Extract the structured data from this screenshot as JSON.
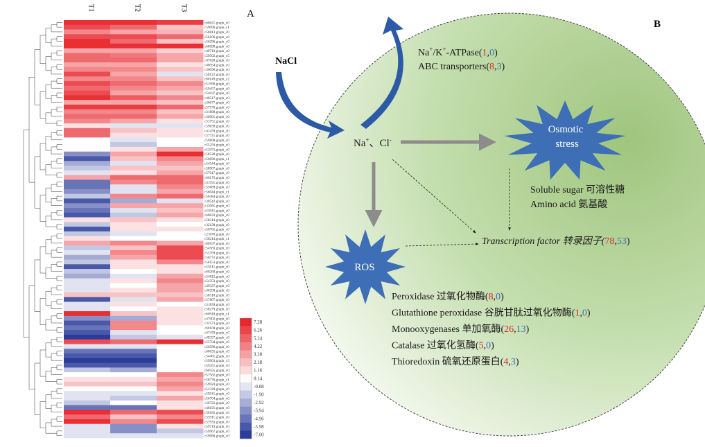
{
  "panel_a": {
    "label": "A",
    "columns": [
      "T1",
      "T2",
      "T3"
    ],
    "rows": [
      {
        "id": "c60621.graph_c0",
        "v": [
          7.0,
          7.0,
          6.5
        ]
      },
      {
        "id": "c59096.graph_c1",
        "v": [
          6.0,
          5.0,
          2.0
        ]
      },
      {
        "id": "c58813.graph_c0",
        "v": [
          4.0,
          3.0,
          2.5
        ]
      },
      {
        "id": "c56106.graph_c0",
        "v": [
          6.0,
          6.0,
          5.0
        ]
      },
      {
        "id": "c56296.graph_c0",
        "v": [
          7.0,
          5.0,
          2.0
        ]
      },
      {
        "id": "c60099.graph_c0",
        "v": [
          7.0,
          7.0,
          7.0
        ]
      },
      {
        "id": "c49710.graph_c0",
        "v": [
          3.0,
          3.0,
          1.5
        ]
      },
      {
        "id": "c59502.graph_c5",
        "v": [
          5.0,
          4.5,
          3.0
        ]
      },
      {
        "id": "c47628.graph_c0",
        "v": [
          5.0,
          5.0,
          3.0
        ]
      },
      {
        "id": "c46954.graph_c0",
        "v": [
          3.0,
          3.0,
          1.0
        ]
      },
      {
        "id": "c36090.graph_c0",
        "v": [
          4.0,
          4.0,
          2.0
        ]
      },
      {
        "id": "c50122.graph_c0",
        "v": [
          6.0,
          3.0,
          -1.0
        ]
      },
      {
        "id": "c60149.graph_c2",
        "v": [
          4.0,
          4.0,
          2.0
        ]
      },
      {
        "id": "c51990.graph_c0",
        "v": [
          6.0,
          5.0,
          4.0
        ]
      },
      {
        "id": "c59457.graph_c0",
        "v": [
          5.0,
          4.0,
          3.0
        ]
      },
      {
        "id": "c54037.graph_c0",
        "v": [
          6.0,
          3.0,
          2.0
        ]
      },
      {
        "id": "c40517.graph_c0",
        "v": [
          7.0,
          5.5,
          4.0
        ]
      },
      {
        "id": "c30677.graph_c0",
        "v": [
          3.0,
          3.0,
          2.0
        ]
      },
      {
        "id": "c57570.graph_c0",
        "v": [
          6.5,
          6.5,
          5.0
        ]
      },
      {
        "id": "c31898.graph_c0",
        "v": [
          4.0,
          4.0,
          2.0
        ]
      },
      {
        "id": "c36601.graph_c0",
        "v": [
          5.0,
          5.0,
          3.0
        ]
      },
      {
        "id": "c51751.graph_c0",
        "v": [
          4.0,
          3.0,
          1.0
        ]
      },
      {
        "id": "c59639.graph_c0",
        "v": [
          1.0,
          -1.0,
          -1.0
        ]
      },
      {
        "id": "c41478.graph_c0",
        "v": [
          5.0,
          2.0,
          1.0
        ]
      },
      {
        "id": "c57721.graph_c0",
        "v": [
          5.0,
          1.0,
          1.0
        ]
      },
      {
        "id": "c59898.graph_c0",
        "v": [
          0.0,
          -1.0,
          0.0
        ]
      },
      {
        "id": "c55256.graph_c0",
        "v": [
          0.0,
          -2.0,
          0.0
        ]
      },
      {
        "id": "c52975.graph_c0",
        "v": [
          0.0,
          1.0,
          3.0
        ]
      },
      {
        "id": "c58528.graph_c0",
        "v": [
          -4.0,
          3.0,
          7.0
        ]
      },
      {
        "id": "c56696.graph_c1",
        "v": [
          -6.0,
          2.0,
          4.0
        ]
      },
      {
        "id": "c54544.graph_c0",
        "v": [
          -3.0,
          -1.0,
          3.0
        ]
      },
      {
        "id": "c58907.graph_c0",
        "v": [
          -2.0,
          2.0,
          2.0
        ]
      },
      {
        "id": "c57017.graph_c0",
        "v": [
          -1.0,
          1.0,
          3.0
        ]
      },
      {
        "id": "c60176.graph_c0",
        "v": [
          3.0,
          5.0,
          5.0
        ]
      },
      {
        "id": "c41591.graph_c0",
        "v": [
          -5.0,
          4.0,
          5.0
        ]
      },
      {
        "id": "c55689.graph_c0",
        "v": [
          -5.0,
          -1.0,
          4.0
        ]
      },
      {
        "id": "c56044.graph_c1",
        "v": [
          -4.0,
          -1.0,
          3.0
        ]
      },
      {
        "id": "c56484.graph_c0",
        "v": [
          -2.0,
          4.0,
          5.0
        ]
      },
      {
        "id": "c30542.graph_c0",
        "v": [
          -6.0,
          -3.0,
          -1.0
        ]
      },
      {
        "id": "c32065.graph_c0",
        "v": [
          -4.0,
          3.0,
          3.0
        ]
      },
      {
        "id": "c53041.graph_c0",
        "v": [
          -5.0,
          -1.0,
          2.0
        ]
      },
      {
        "id": "c60633.graph_c0",
        "v": [
          -6.0,
          -2.0,
          3.0
        ]
      },
      {
        "id": "c58214.graph_c0",
        "v": [
          1.0,
          2.0,
          1.0
        ]
      },
      {
        "id": "c32138.graph_c0",
        "v": [
          -2.0,
          1.0,
          0.0
        ]
      },
      {
        "id": "c56765.graph_c0",
        "v": [
          -6.0,
          1.0,
          1.0
        ]
      },
      {
        "id": "c21676.graph_c0",
        "v": [
          -2.0,
          -1.0,
          0.0
        ]
      },
      {
        "id": "c58214.graph_c1",
        "v": [
          1.0,
          0.0,
          0.0
        ]
      },
      {
        "id": "c60197.graph_c0",
        "v": [
          3.0,
          4.0,
          3.0
        ]
      },
      {
        "id": "c54583.graph_c0",
        "v": [
          -2.0,
          2.0,
          6.0
        ]
      },
      {
        "id": "c55769.graph_c0",
        "v": [
          -1.0,
          4.0,
          6.0
        ]
      },
      {
        "id": "c56772.graph_c0",
        "v": [
          -3.0,
          3.0,
          6.0
        ]
      },
      {
        "id": "c56153.graph_c0",
        "v": [
          -2.0,
          1.0,
          4.0
        ]
      },
      {
        "id": "c55615.graph_c0",
        "v": [
          -6.0,
          1.0,
          1.0
        ]
      },
      {
        "id": "c60260.graph_c0",
        "v": [
          -2.0,
          0.0,
          1.0
        ]
      },
      {
        "id": "c54812.graph_c0",
        "v": [
          -3.0,
          -1.0,
          3.0
        ]
      },
      {
        "id": "c54353.graph_c0",
        "v": [
          -1.0,
          1.0,
          4.0
        ]
      },
      {
        "id": "c49337.graph_c0",
        "v": [
          -1.0,
          0.0,
          3.0
        ]
      },
      {
        "id": "c46599.graph_c0",
        "v": [
          -1.0,
          1.0,
          3.0
        ]
      },
      {
        "id": "c58518.graph_c0",
        "v": [
          2.0,
          2.0,
          2.0
        ]
      },
      {
        "id": "c57807.graph_c0",
        "v": [
          -6.0,
          -1.0,
          3.0
        ]
      },
      {
        "id": "c41839.graph_c0",
        "v": [
          -1.0,
          1.0,
          0.0
        ]
      },
      {
        "id": "c58279.graph_c0",
        "v": [
          -1.0,
          0.0,
          1.0
        ]
      },
      {
        "id": "c60918.graph_c1",
        "v": [
          7.0,
          2.0,
          1.0
        ]
      },
      {
        "id": "c47002.graph_c0",
        "v": [
          -4.0,
          -3.0,
          1.0
        ]
      },
      {
        "id": "c32573.graph_c0",
        "v": [
          -6.0,
          4.0,
          1.0
        ]
      },
      {
        "id": "c60108.graph_c0",
        "v": [
          -5.0,
          4.0,
          0.0
        ]
      },
      {
        "id": "c47478.graph_c0",
        "v": [
          -6.0,
          -1.0,
          0.0
        ]
      },
      {
        "id": "c49357.graph_c0",
        "v": [
          -7.0,
          -2.0,
          -1.0
        ]
      },
      {
        "id": "c55704.graph_c0",
        "v": [
          6.0,
          5.0,
          7.0
        ]
      },
      {
        "id": "c56580.graph_c0",
        "v": [
          -1.0,
          -1.0,
          0.0
        ]
      },
      {
        "id": "c60635.graph_c0",
        "v": [
          -5.0,
          -5.0,
          0.0
        ]
      },
      {
        "id": "c54461.graph_c0",
        "v": [
          -6.0,
          -6.0,
          0.0
        ]
      },
      {
        "id": "c59903.graph_c3",
        "v": [
          -7.0,
          -7.0,
          0.0
        ]
      },
      {
        "id": "c59351.graph_c0",
        "v": [
          -6.0,
          -6.0,
          0.0
        ]
      },
      {
        "id": "c60555.graph_c0",
        "v": [
          -2.0,
          -3.0,
          0.0
        ]
      },
      {
        "id": "c57562.graph_c0",
        "v": [
          0.0,
          0.0,
          4.0
        ]
      },
      {
        "id": "c58776.graph_c1",
        "v": [
          1.0,
          1.0,
          3.0
        ]
      },
      {
        "id": "c59924.graph_c0",
        "v": [
          2.0,
          2.0,
          4.0
        ]
      },
      {
        "id": "c52328.graph_c0",
        "v": [
          0.0,
          0.0,
          3.0
        ]
      },
      {
        "id": "c59541.graph_c0",
        "v": [
          -1.0,
          -1.0,
          1.0
        ]
      },
      {
        "id": "c56704.graph_c0",
        "v": [
          -1.0,
          -2.0,
          3.0
        ]
      },
      {
        "id": "c20722.graph_c0",
        "v": [
          -2.0,
          0.0,
          1.0
        ]
      },
      {
        "id": "c48191.graph_c0",
        "v": [
          -5.0,
          -5.0,
          1.0
        ]
      },
      {
        "id": "c56185.graph_c0",
        "v": [
          7.0,
          5.0,
          6.0
        ]
      },
      {
        "id": "c55911.graph_c0",
        "v": [
          5.0,
          2.0,
          4.0
        ]
      },
      {
        "id": "c57933.graph_c0",
        "v": [
          7.0,
          4.0,
          6.0
        ]
      },
      {
        "id": "c59719.graph_c0",
        "v": [
          -1.0,
          -4.0,
          1.0
        ]
      },
      {
        "id": "c59967.graph_c0",
        "v": [
          -1.0,
          -4.0,
          -2.0
        ]
      },
      {
        "id": "c59080.graph_c0",
        "v": [
          -1.0,
          -1.0,
          -1.0
        ]
      }
    ],
    "legend": {
      "ticks": [
        "7.28",
        "6.26",
        "5.24",
        "4.22",
        "3.20",
        "2.18",
        "1.16",
        "0.14",
        "-0.88",
        "-1.90",
        "-2.92",
        "-3.94",
        "-4.96",
        "-5.98",
        "-7.00"
      ],
      "min": -7.0,
      "max": 7.28,
      "color_high": "#e8262c",
      "color_mid": "#ffffff",
      "color_low": "#2b3c9b"
    }
  },
  "panel_b": {
    "label": "B",
    "nacl": "NaCl",
    "transporters": {
      "atpase_pre": "Na",
      "atpase_sup1": "+",
      "atpase_mid": "/K",
      "atpase_sup2": "+",
      "atpase_post": "-ATPase(",
      "atpase_up": "1",
      "atpase_down": "0",
      "abc_label": "ABC transporters(",
      "abc_up": "8",
      "abc_down": "3",
      "comma": ",",
      "close": ")"
    },
    "ions": {
      "na": "Na",
      "na_sup": "+",
      "sep": "、Cl",
      "cl_sup": "-"
    },
    "osmotic": {
      "line1": "Osmotic",
      "line2": "stress"
    },
    "osmolytes": [
      "Soluble sugar 可溶性糖",
      "Amino acid 氨基酸"
    ],
    "tf": {
      "label": "Transcription factor 转录因子(",
      "up": "78",
      "down": "53",
      "comma": ",",
      "close": ")"
    },
    "ros": "ROS",
    "enzymes": [
      {
        "label": "Peroxidase 过氧化物酶(",
        "up": "8",
        "down": "0"
      },
      {
        "label": "Glutathione peroxidase 谷胱甘肽过氧化物酶(",
        "up": "1",
        "down": "0"
      },
      {
        "label": "Monooxygenases 单加氧酶(",
        "up": "26",
        "down": "13"
      },
      {
        "label": "Catalase 过氧化氢酶(",
        "up": "5",
        "down": "0"
      },
      {
        "label": "Thioredoxin 硫氧还原蛋白(",
        "up": "4",
        "down": "3"
      }
    ],
    "colors": {
      "up": "#d9262c",
      "down": "#3a6fb5",
      "text": "#1a1a1a",
      "star": "#3e6fb6",
      "arrow_blue": "#2c5aa6",
      "arrow_gray": "#8c8c8c",
      "cell_fill": "#b3d196"
    }
  }
}
